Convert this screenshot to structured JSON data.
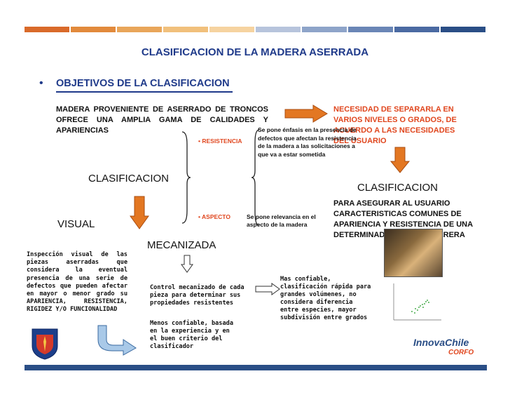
{
  "colors": {
    "title_blue": "#1f3a8a",
    "accent_orange": "#e0461e",
    "arrow_orange": "#e37722",
    "bar_navy": "#2a4e86",
    "bar_colors": [
      "#d96a2a",
      "#e28a3c",
      "#e9a65a",
      "#f1c07c",
      "#f6d3a0",
      "#b7c4dc",
      "#8ea4c9",
      "#6a86b6",
      "#4b6aa2",
      "#2a4e86"
    ]
  },
  "slide": {
    "title": "CLASIFICACION DE LA MADERA ASERRADA",
    "bullet": "•",
    "subtitle": "OBJETIVOS DE LA CLASIFICACION",
    "madera_text": "MADERA PROVENIENTE DE ASERRADO DE TRONCOS OFRECE UNA AMPLIA GAMA DE CALIDADES Y APARIENCIAS",
    "necesidad_text": "NECESIDAD DE SEPARARLA EN VARIOS NIVELES O GRADOS, DE ACUERDO A LAS NECESIDADES DEL USUARIO",
    "clasificacion_left": "CLASIFICACION",
    "clasificacion_right": "CLASIFICACION",
    "resistencia_label": "• RESISTENCIA",
    "aspecto_label": "• ASPECTO",
    "resistencia_note": "Se pone énfasis en la presencia de defectos que afectan la resistencia de la madera a las solicitaciones a que va a estar sometida",
    "aspecto_note": "Se pone relevancia en el aspecto de la madera",
    "asegurar_text": "PARA ASEGURAR AL USUARIO CARACTERISTICAS COMUNES DE APARIENCIA Y RESISTENCIA DE UNA DETERMINADA CLASE MADERERA",
    "visual_label": "VISUAL",
    "mecanizada_label": "MECANIZADA",
    "inspeccion_text": "Inspección visual de las piezas aserradas que considera la eventual presencia de una serie de defectos que pueden afectar en mayor o menor grado su APARIENCIA, RESISTENCIA, RIGIDEZ Y/O FUNCIONALIDAD",
    "control_text": "Control mecanizado de cada pieza para determinar sus propiedades resistentes",
    "menos_text": "Menos confiable, basada en la experiencia y en el buen criterio del clasificador",
    "mas_text": "Mas confiable, clasificación rápida para grandes volúmenes, no considera diferencia entre especies, mayor subdivisión entre grados",
    "logo_innova": "InnovaChile",
    "logo_corfo": "CORFO"
  }
}
